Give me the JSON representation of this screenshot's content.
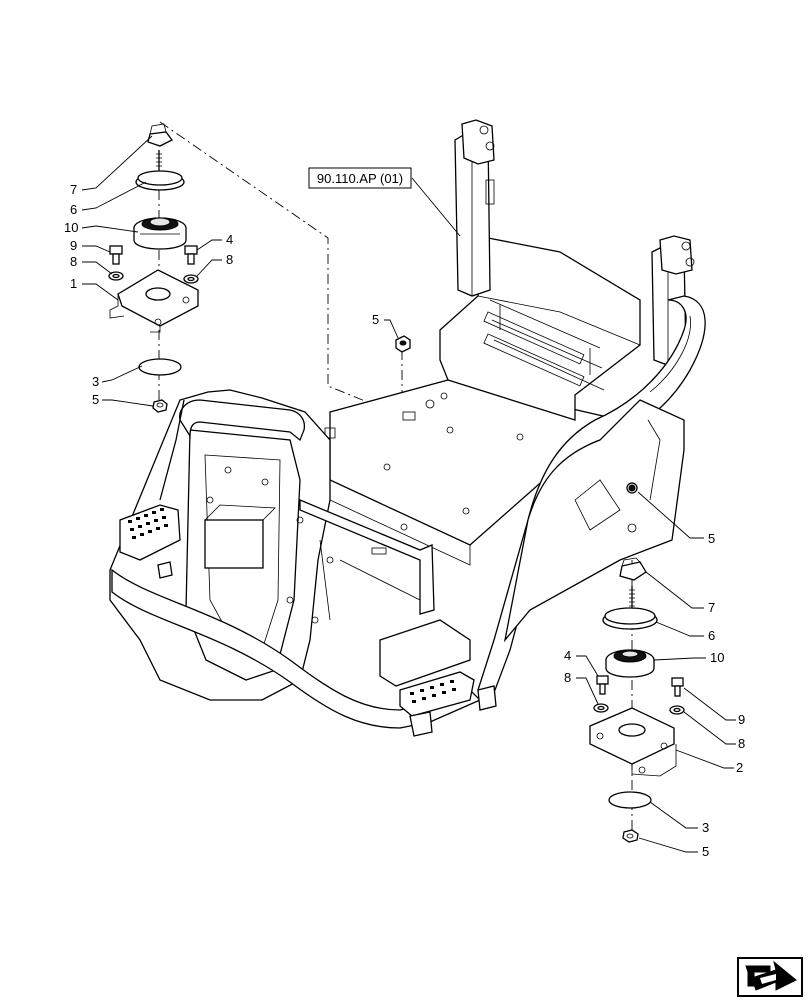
{
  "reference_box": {
    "text": "90.110.AP (01)"
  },
  "labels_left": [
    {
      "id": "l7",
      "text": "7"
    },
    {
      "id": "l6",
      "text": "6"
    },
    {
      "id": "l10",
      "text": "10"
    },
    {
      "id": "l9",
      "text": "9"
    },
    {
      "id": "l8a",
      "text": "8"
    },
    {
      "id": "l1",
      "text": "1"
    },
    {
      "id": "l4",
      "text": "4"
    },
    {
      "id": "l8b",
      "text": "8"
    },
    {
      "id": "l3",
      "text": "3"
    },
    {
      "id": "l5a",
      "text": "5"
    }
  ],
  "labels_center": [
    {
      "id": "l5b",
      "text": "5"
    }
  ],
  "labels_right": [
    {
      "id": "r5",
      "text": "5"
    },
    {
      "id": "r7",
      "text": "7"
    },
    {
      "id": "r6",
      "text": "6"
    },
    {
      "id": "r10",
      "text": "10"
    },
    {
      "id": "r4",
      "text": "4"
    },
    {
      "id": "r8a",
      "text": "8"
    },
    {
      "id": "r9",
      "text": "9"
    },
    {
      "id": "r8b",
      "text": "8"
    },
    {
      "id": "r2",
      "text": "2"
    },
    {
      "id": "r3",
      "text": "3"
    },
    {
      "id": "r5b",
      "text": "5"
    }
  ],
  "nav_icon": {
    "name": "next-page-arrow-icon"
  }
}
